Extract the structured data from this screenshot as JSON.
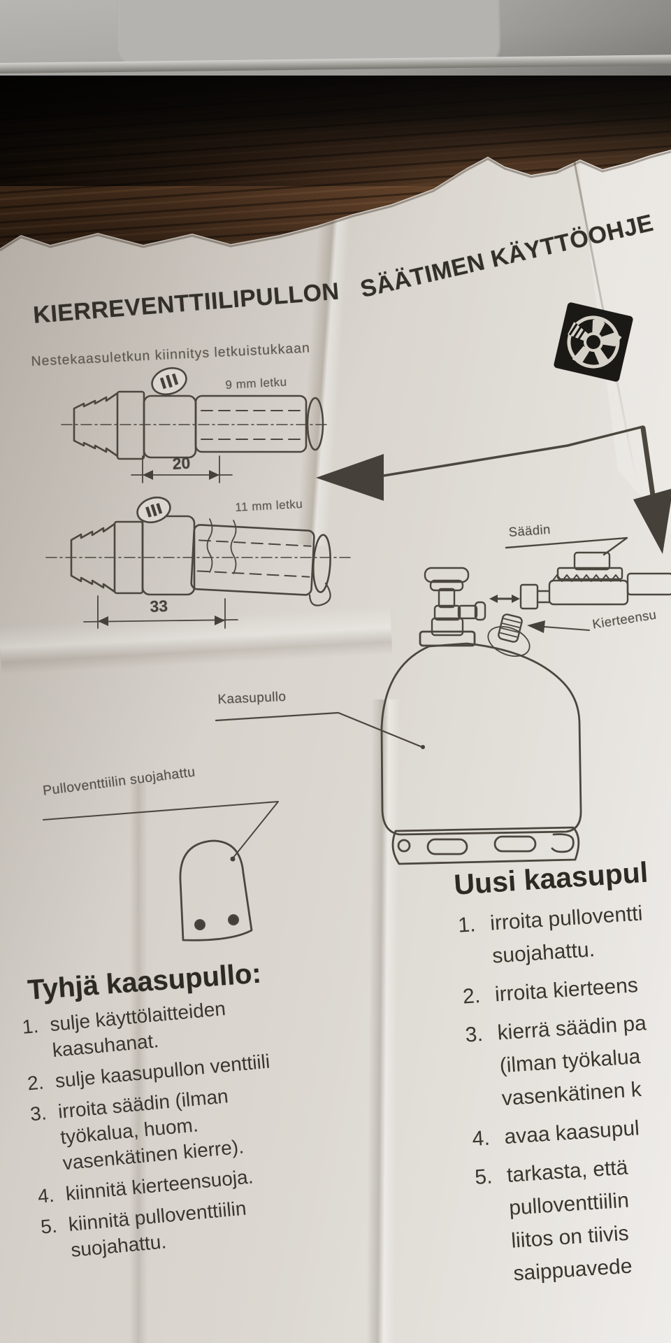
{
  "colors": {
    "paper": "#dcd8d1",
    "ink": "#3a362e",
    "logo_black": "#1b1915",
    "wood": "#63422a"
  },
  "page": {
    "title_part1": "KIERREVENTTIILIPULLON",
    "title_part2": "SÄÄTIMEN KÄYTTÖOHJE",
    "hose_caption": "Nestekaasuletkun kiinnitys letkuistukkaan",
    "hose9": {
      "label": "9 mm letku",
      "dim": "20"
    },
    "hose11": {
      "label": "11 mm letku",
      "dim": "33"
    },
    "labels": {
      "regulator": "Säädin",
      "thread_guard": "Kierteensu",
      "bottle": "Kaasupullo",
      "cap": "Pulloventtiilin suojahattu"
    },
    "empty_bottle": {
      "heading": "Tyhjä kaasupullo:",
      "steps": [
        {
          "num": "1.",
          "lines": [
            "sulje käyttölaitteiden",
            "kaasuhanat."
          ]
        },
        {
          "num": "2.",
          "lines": [
            "sulje kaasupullon venttiili"
          ]
        },
        {
          "num": "3.",
          "lines": [
            "irroita säädin (ilman",
            "työkalua, huom.",
            "vasenkätinen kierre)."
          ]
        },
        {
          "num": "4.",
          "lines": [
            "kiinnitä kierteensuoja."
          ]
        },
        {
          "num": "5.",
          "lines": [
            "kiinnitä pulloventtiilin",
            "suojahattu."
          ]
        }
      ]
    },
    "new_bottle": {
      "heading": "Uusi kaasupul",
      "steps": [
        {
          "num": "1.",
          "lines": [
            "irroita pulloventti",
            "suojahattu."
          ]
        },
        {
          "num": "2.",
          "lines": [
            "irroita kierteens"
          ]
        },
        {
          "num": "3.",
          "lines": [
            "kierrä säädin pa",
            "(ilman työkalua",
            "vasenkätinen k"
          ]
        },
        {
          "num": "4.",
          "lines": [
            "avaa kaasupul"
          ]
        },
        {
          "num": "5.",
          "lines": [
            "tarkasta, että",
            "pulloventtiilin",
            "liitos on tiivis",
            "saippuavede"
          ]
        }
      ]
    }
  }
}
